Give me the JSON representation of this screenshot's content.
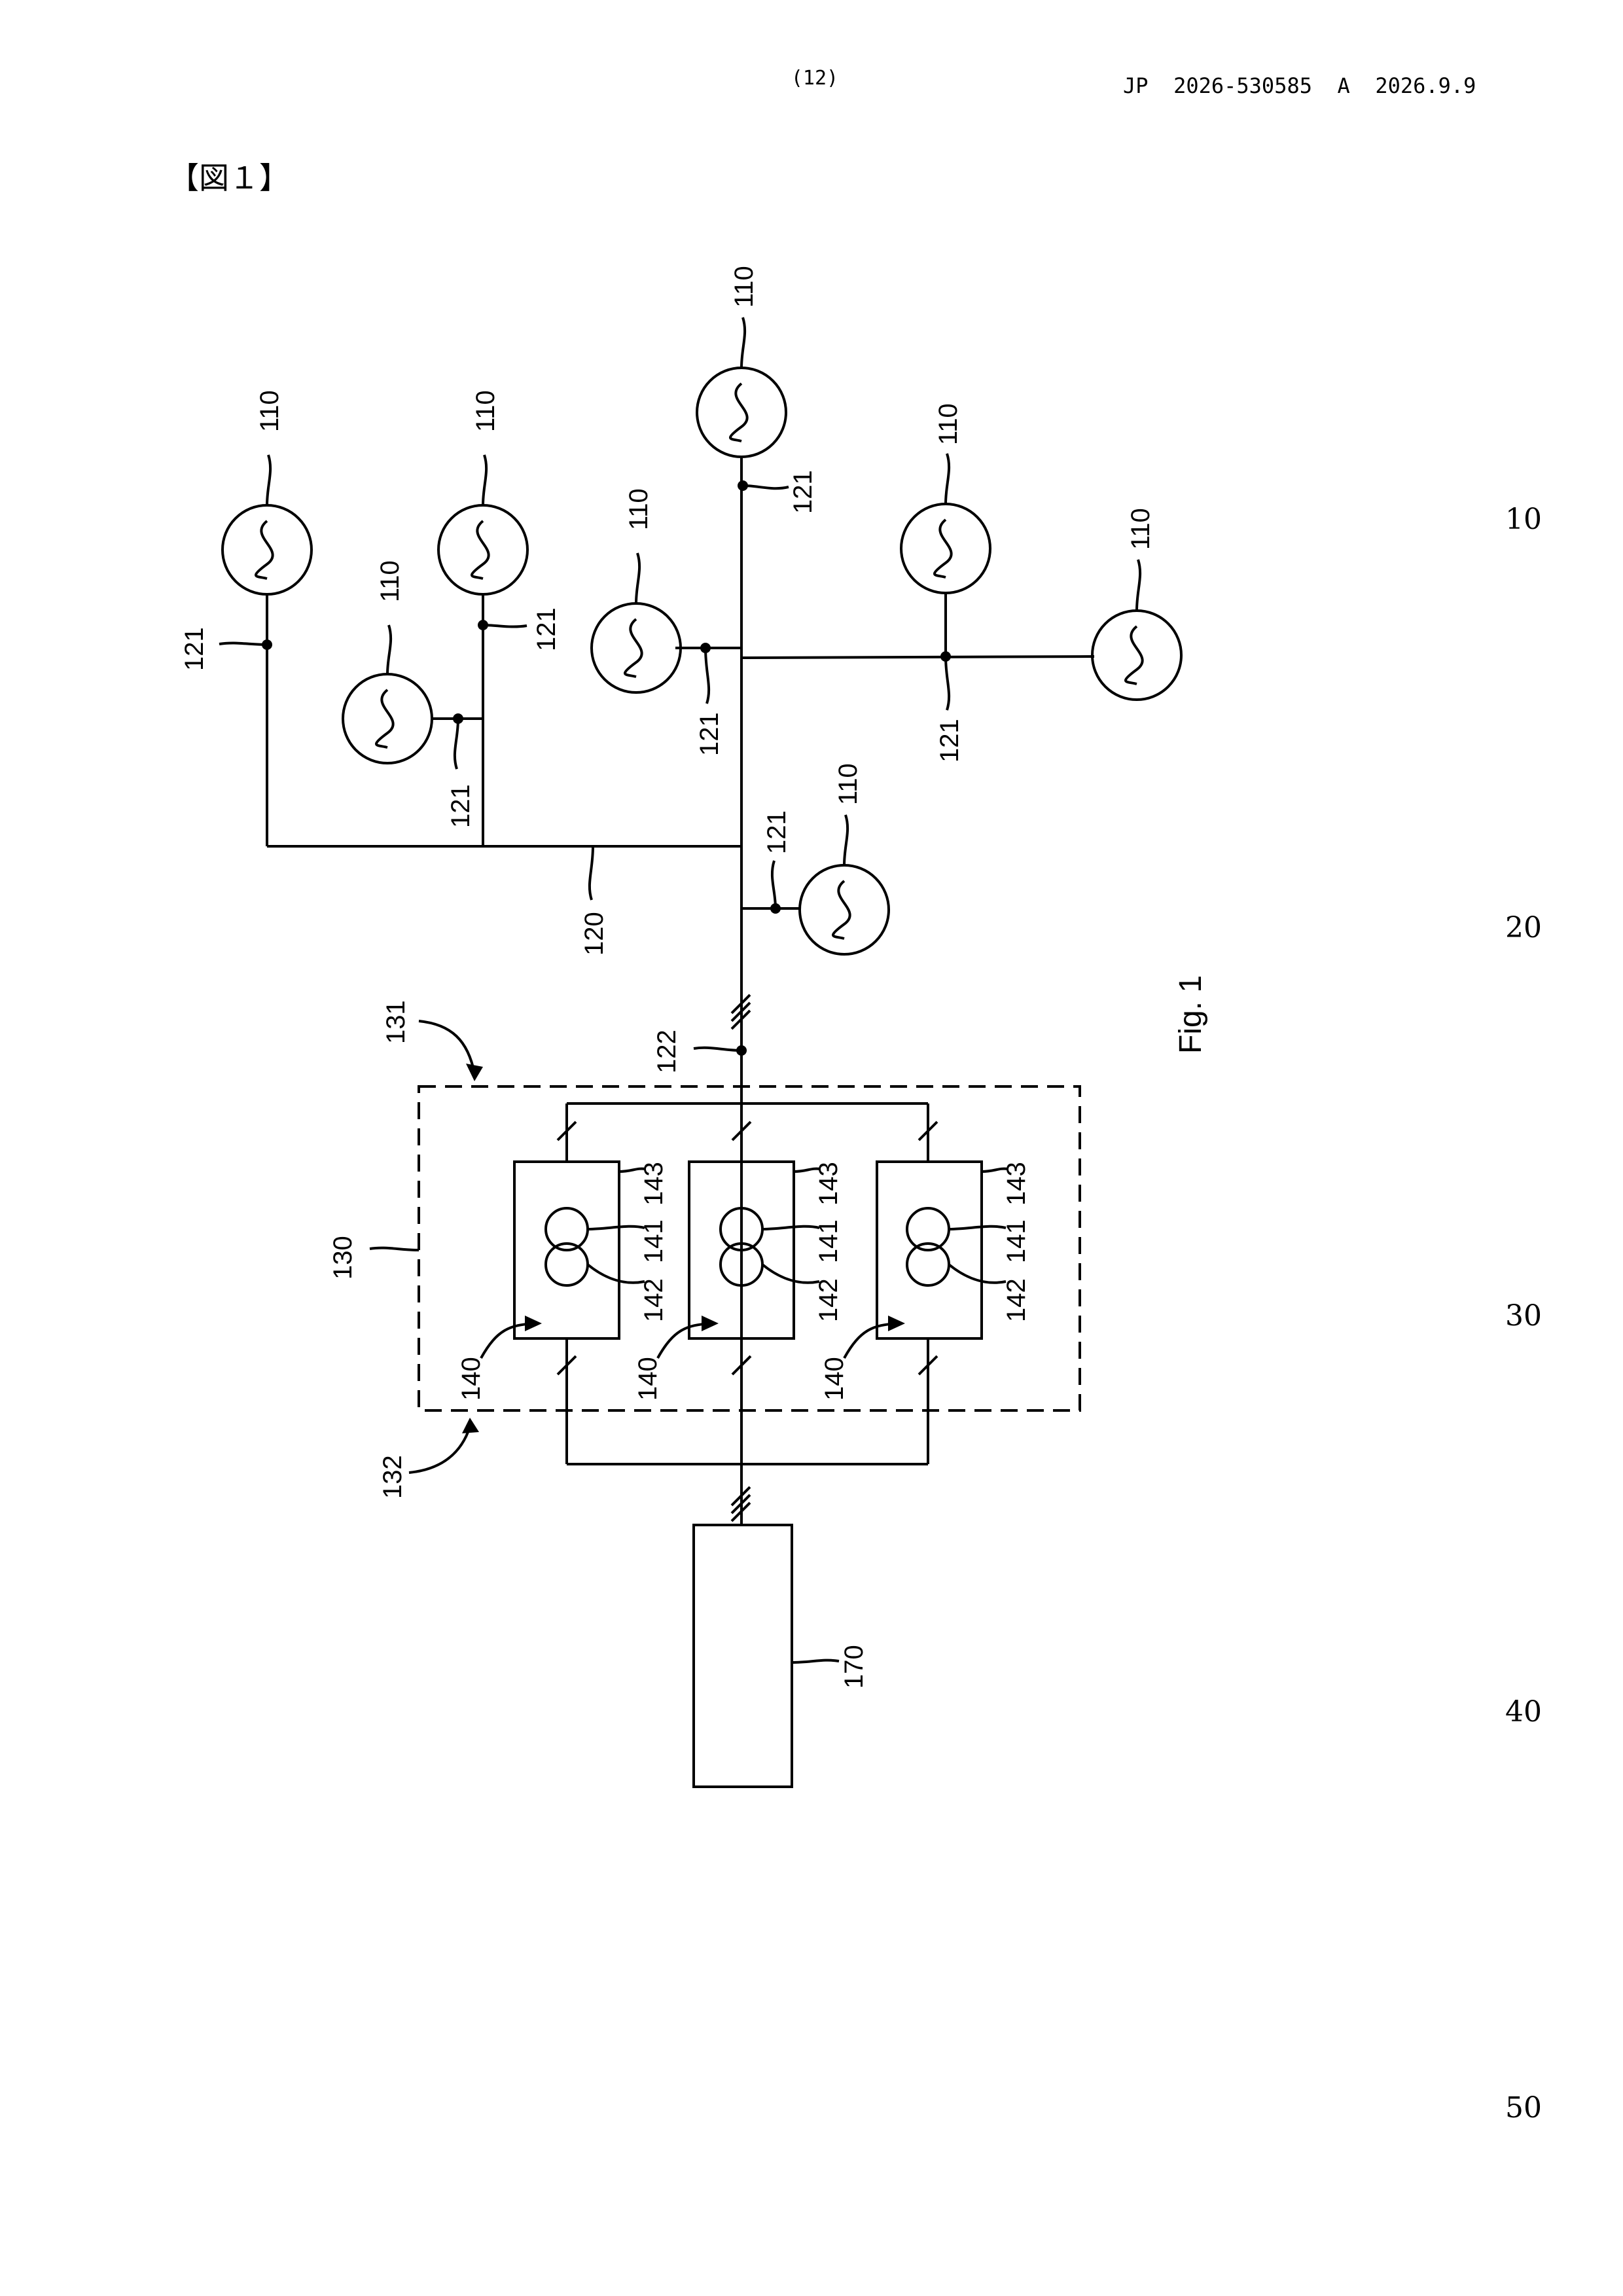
{
  "header": {
    "page_number": "(12)",
    "publication": "JP  2026-530585  A  2026.9.9"
  },
  "figure_caption": "【図１】",
  "line_numbers": [
    "10",
    "20",
    "30",
    "40",
    "50"
  ],
  "diagram": {
    "fig_label": "Fig. 1",
    "labels": {
      "generator": "110",
      "collector": "120",
      "feeder_node": "121",
      "poc_node": "122",
      "substation": "130",
      "input_side": "131",
      "output_side": "132",
      "transformer_unit": "140",
      "winding_primary": "141",
      "winding_secondary": "142",
      "enclosure": "143",
      "grid": "170"
    }
  }
}
